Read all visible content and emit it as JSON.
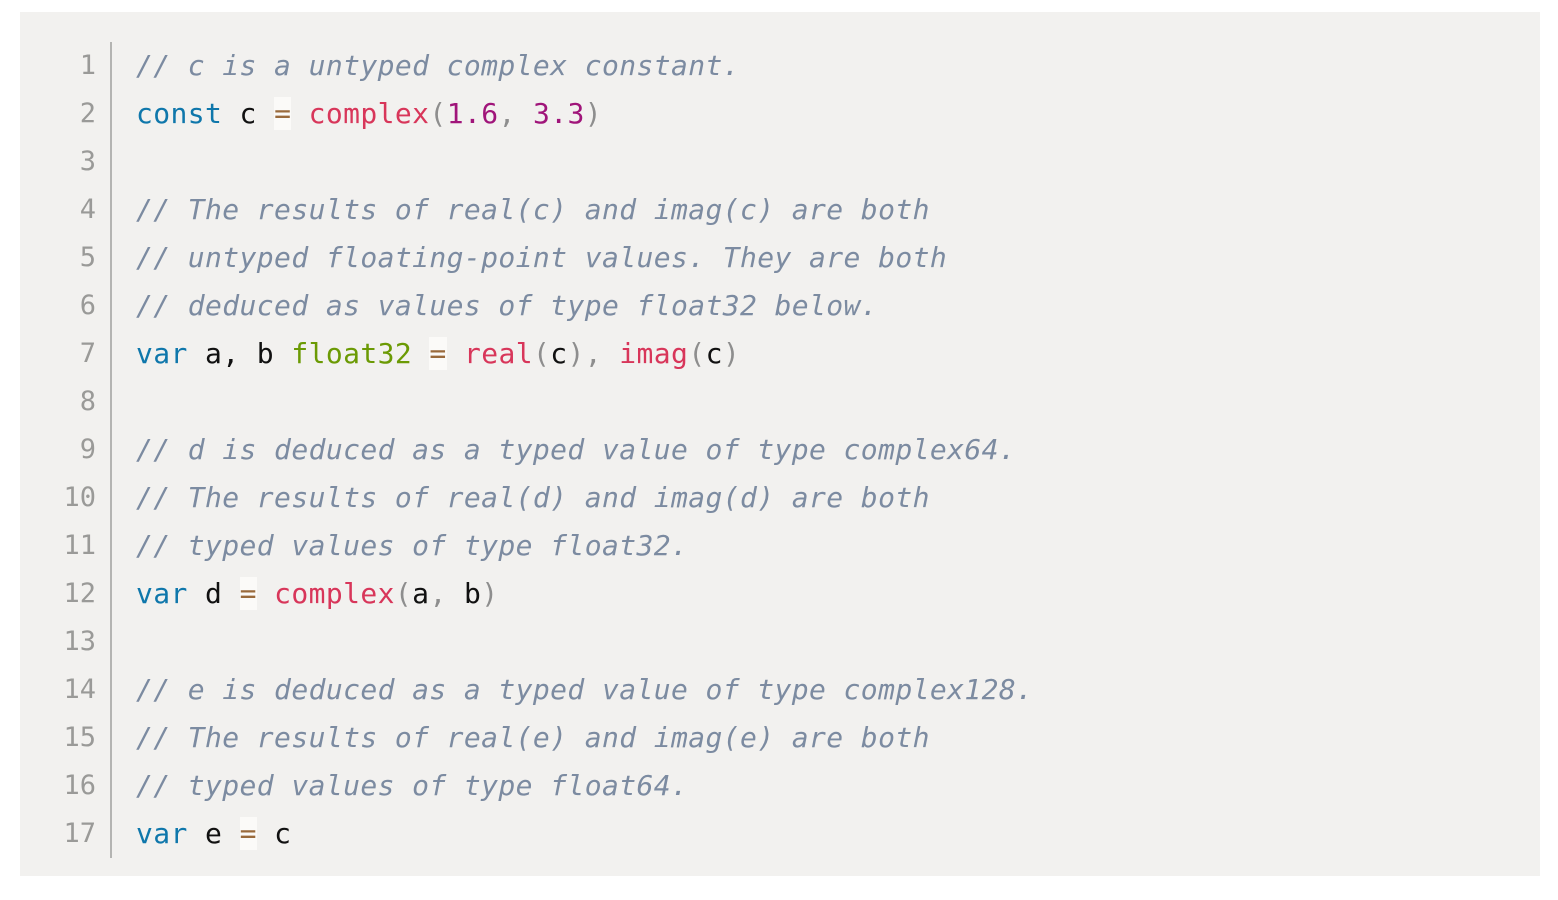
{
  "block": {
    "language": "go",
    "background_color": "#f2f1ef",
    "page_background_color": "#ffffff",
    "gutter_separator_color": "#b4b4b2"
  },
  "colors": {
    "comment": "#7c8ba1",
    "keyword": "#0f77ab",
    "type": "#6b9a04",
    "function": "#d8365a",
    "number": "#a0157a",
    "punctuation": "#8e8e8e",
    "plain": "#111111",
    "operator": "#9a6a3c",
    "operator_background": "#fbfaf8",
    "line_number": "#9a9a98"
  },
  "lines": [
    {
      "number": "1",
      "tokens": [
        {
          "t": "comment",
          "v": "// c is a untyped complex constant."
        }
      ]
    },
    {
      "number": "2",
      "tokens": [
        {
          "t": "keyword",
          "v": "const"
        },
        {
          "t": "plain",
          "v": " c "
        },
        {
          "t": "op",
          "v": "="
        },
        {
          "t": "plain",
          "v": " "
        },
        {
          "t": "func",
          "v": "complex"
        },
        {
          "t": "punct",
          "v": "("
        },
        {
          "t": "number",
          "v": "1.6"
        },
        {
          "t": "punct",
          "v": ", "
        },
        {
          "t": "number",
          "v": "3.3"
        },
        {
          "t": "punct",
          "v": ")"
        }
      ]
    },
    {
      "number": "3",
      "tokens": []
    },
    {
      "number": "4",
      "tokens": [
        {
          "t": "comment",
          "v": "// The results of real(c) and imag(c) are both"
        }
      ]
    },
    {
      "number": "5",
      "tokens": [
        {
          "t": "comment",
          "v": "// untyped floating-point values. They are both"
        }
      ]
    },
    {
      "number": "6",
      "tokens": [
        {
          "t": "comment",
          "v": "// deduced as values of type float32 below."
        }
      ]
    },
    {
      "number": "7",
      "tokens": [
        {
          "t": "keyword",
          "v": "var"
        },
        {
          "t": "plain",
          "v": " a, b "
        },
        {
          "t": "type",
          "v": "float32"
        },
        {
          "t": "plain",
          "v": " "
        },
        {
          "t": "op",
          "v": "="
        },
        {
          "t": "plain",
          "v": " "
        },
        {
          "t": "func",
          "v": "real"
        },
        {
          "t": "punct",
          "v": "("
        },
        {
          "t": "plain",
          "v": "c"
        },
        {
          "t": "punct",
          "v": "), "
        },
        {
          "t": "func",
          "v": "imag"
        },
        {
          "t": "punct",
          "v": "("
        },
        {
          "t": "plain",
          "v": "c"
        },
        {
          "t": "punct",
          "v": ")"
        }
      ]
    },
    {
      "number": "8",
      "tokens": []
    },
    {
      "number": "9",
      "tokens": [
        {
          "t": "comment",
          "v": "// d is deduced as a typed value of type complex64."
        }
      ]
    },
    {
      "number": "10",
      "tokens": [
        {
          "t": "comment",
          "v": "// The results of real(d) and imag(d) are both"
        }
      ]
    },
    {
      "number": "11",
      "tokens": [
        {
          "t": "comment",
          "v": "// typed values of type float32."
        }
      ]
    },
    {
      "number": "12",
      "tokens": [
        {
          "t": "keyword",
          "v": "var"
        },
        {
          "t": "plain",
          "v": " d "
        },
        {
          "t": "op",
          "v": "="
        },
        {
          "t": "plain",
          "v": " "
        },
        {
          "t": "func",
          "v": "complex"
        },
        {
          "t": "punct",
          "v": "("
        },
        {
          "t": "plain",
          "v": "a"
        },
        {
          "t": "punct",
          "v": ", "
        },
        {
          "t": "plain",
          "v": "b"
        },
        {
          "t": "punct",
          "v": ")"
        }
      ]
    },
    {
      "number": "13",
      "tokens": []
    },
    {
      "number": "14",
      "tokens": [
        {
          "t": "comment",
          "v": "// e is deduced as a typed value of type complex128."
        }
      ]
    },
    {
      "number": "15",
      "tokens": [
        {
          "t": "comment",
          "v": "// The results of real(e) and imag(e) are both"
        }
      ]
    },
    {
      "number": "16",
      "tokens": [
        {
          "t": "comment",
          "v": "// typed values of type float64."
        }
      ]
    },
    {
      "number": "17",
      "tokens": [
        {
          "t": "keyword",
          "v": "var"
        },
        {
          "t": "plain",
          "v": " e "
        },
        {
          "t": "op",
          "v": "="
        },
        {
          "t": "plain",
          "v": " "
        },
        {
          "t": "plain",
          "v": "c"
        }
      ]
    }
  ]
}
